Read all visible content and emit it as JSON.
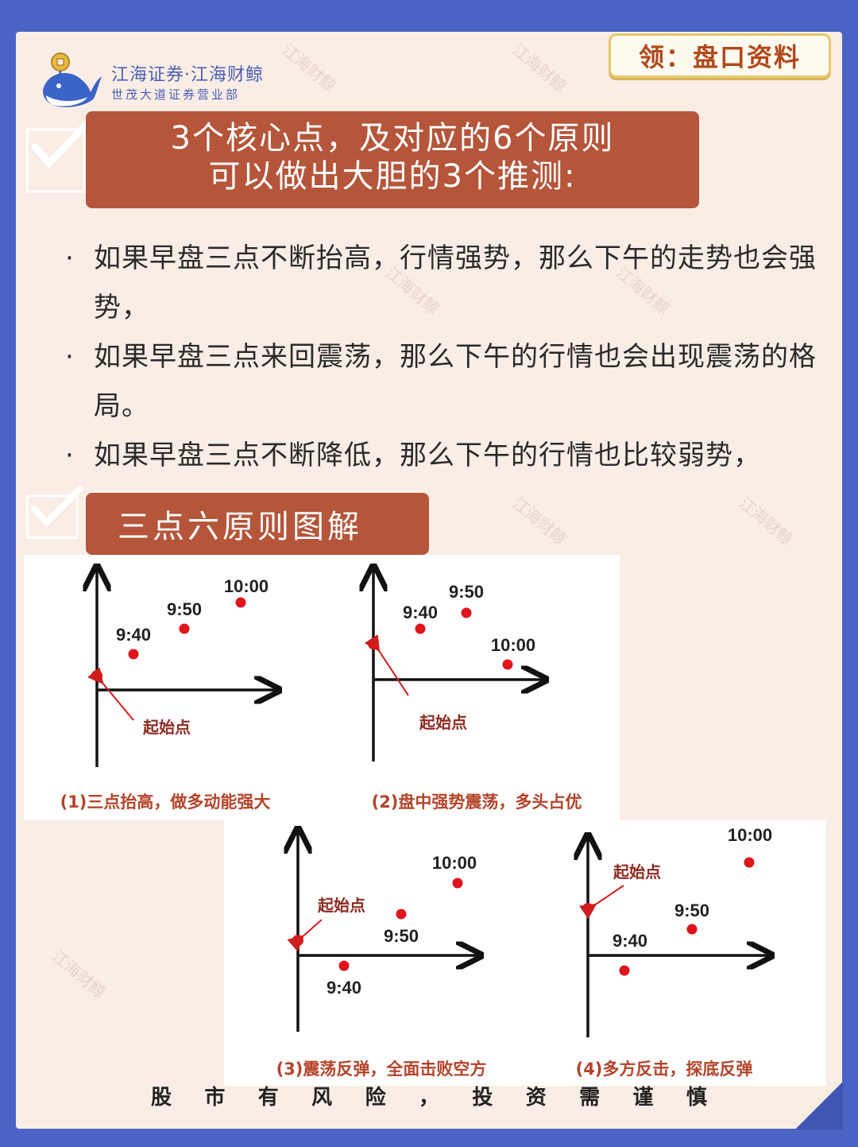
{
  "header": {
    "logo_name": "江海证券·江海财鲸",
    "logo_sub": "世茂大道证券营业部",
    "lead_button": "领：盘口资料"
  },
  "title": {
    "line1": "3个核心点，及对应的6个原则",
    "line2": "可以做出大胆的3个推测:"
  },
  "bullets": [
    "如果早盘三点不断抬高，行情强势，那么下午的走势也会强势，",
    "如果早盘三点来回震荡，那么下午的行情也会出现震荡的格局。",
    "如果早盘三点不断降低，那么下午的行情也比较弱势，"
  ],
  "section_title": "三点六原则图解",
  "diagrams": [
    {
      "caption": "(1)三点抬高，做多动能强大",
      "start_label": "起始点",
      "points": [
        {
          "label": "9:40"
        },
        {
          "label": "9:50"
        },
        {
          "label": "10:00"
        }
      ]
    },
    {
      "caption": "(2)盘中强势震荡，多头占优",
      "start_label": "起始点",
      "points": [
        {
          "label": "9:40"
        },
        {
          "label": "9:50"
        },
        {
          "label": "10:00"
        }
      ]
    },
    {
      "caption": "(3)震荡反弹，全面击败空方",
      "start_label": "起始点",
      "points": [
        {
          "label": "9:40"
        },
        {
          "label": "9:50"
        },
        {
          "label": "10:00"
        }
      ]
    },
    {
      "caption": "(4)多方反击，探底反弹",
      "start_label": "起始点",
      "points": [
        {
          "label": "9:40"
        },
        {
          "label": "9:50"
        },
        {
          "label": "10:00"
        }
      ]
    }
  ],
  "watermark_text": "江海财鲸",
  "disclaimer": [
    "股",
    "市",
    "有",
    "风",
    "险",
    "，",
    "投",
    "资",
    "需",
    "谨",
    "慎"
  ],
  "colors": {
    "background": "#4a63c4",
    "paper": "#f9ede6",
    "accent_box": "#b5553a",
    "point_red": "#e0141c",
    "brand_blue": "#4a5fb3"
  }
}
